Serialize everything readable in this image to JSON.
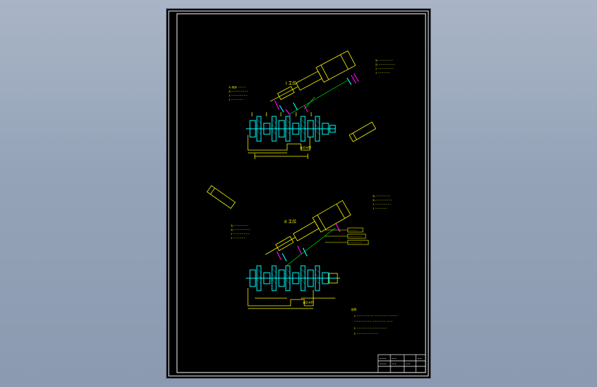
{
  "sheet": {
    "background": "#000000",
    "frame_color": "#ffffff"
  },
  "colors": {
    "yellow": "#ffff00",
    "cyan": "#00ffff",
    "magenta": "#ff00ff",
    "white": "#ffffff",
    "green": "#00ff00",
    "red": "#ff3030"
  },
  "views": {
    "top": {
      "station_label": "I 工位",
      "dim_label": "φ∅×H",
      "notes_left": [
        "3) 机床 ~~~~",
        "2) ~~~~~~~~",
        "1 ~~~~~~~~",
        "1 ~~~~~~"
      ],
      "notes_right": [
        "3) ~~~~~~~",
        "2) ~~~~~~~~",
        "1 ~~~~~~~~",
        "1 ~~~~~~"
      ]
    },
    "bottom": {
      "station_label": "II 工位",
      "dim_label": "φ∅×H",
      "notes_left": [
        "3) ~~~~~~~",
        "2) ~~~~~~~~",
        "1 ~~~~~~~~",
        "1 ~~~~~~"
      ],
      "notes_right": [
        "3) ~~~~~~~",
        "2) ~~~~~~~~",
        "1 ~~~~~~~~",
        "1 ~~~~~~"
      ],
      "boxed_callouts": [
        "~~~~~",
        "~~~~~~~",
        "~~~~~~~"
      ]
    }
  },
  "tech_notes": {
    "title": "说明",
    "lines": [
      "1 ~~~~~~~~ ~~~~~~ ~~~~",
      "~~~~~~~~ ~~~~~~ ~~~",
      "2 ~~~~~~~~~~~~~~",
      "3 ~~~~~~~~~~"
    ]
  },
  "title_block": {
    "cells": [
      "~~~",
      "~~",
      "~~",
      "~~~",
      "~~",
      "~~"
    ]
  }
}
